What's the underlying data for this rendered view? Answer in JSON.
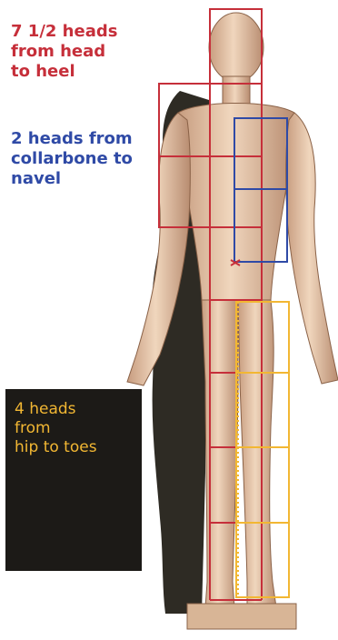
{
  "labels": {
    "head_to_heel": "7 1/2 heads\nfrom head\nto heel",
    "collarbone_to_navel": "2 heads from\ncollarbone to\nnavel",
    "hip_to_toes": "4 heads\nfrom\nhip to toes"
  },
  "colors": {
    "head_to_heel": "#c62f3a",
    "collarbone_to_navel": "#2f4aa6",
    "hip_to_toes": "#f2b733",
    "figure": "#e8c7a7",
    "shadow": "#2e2b24",
    "dark_box": "#1c1a17"
  }
}
